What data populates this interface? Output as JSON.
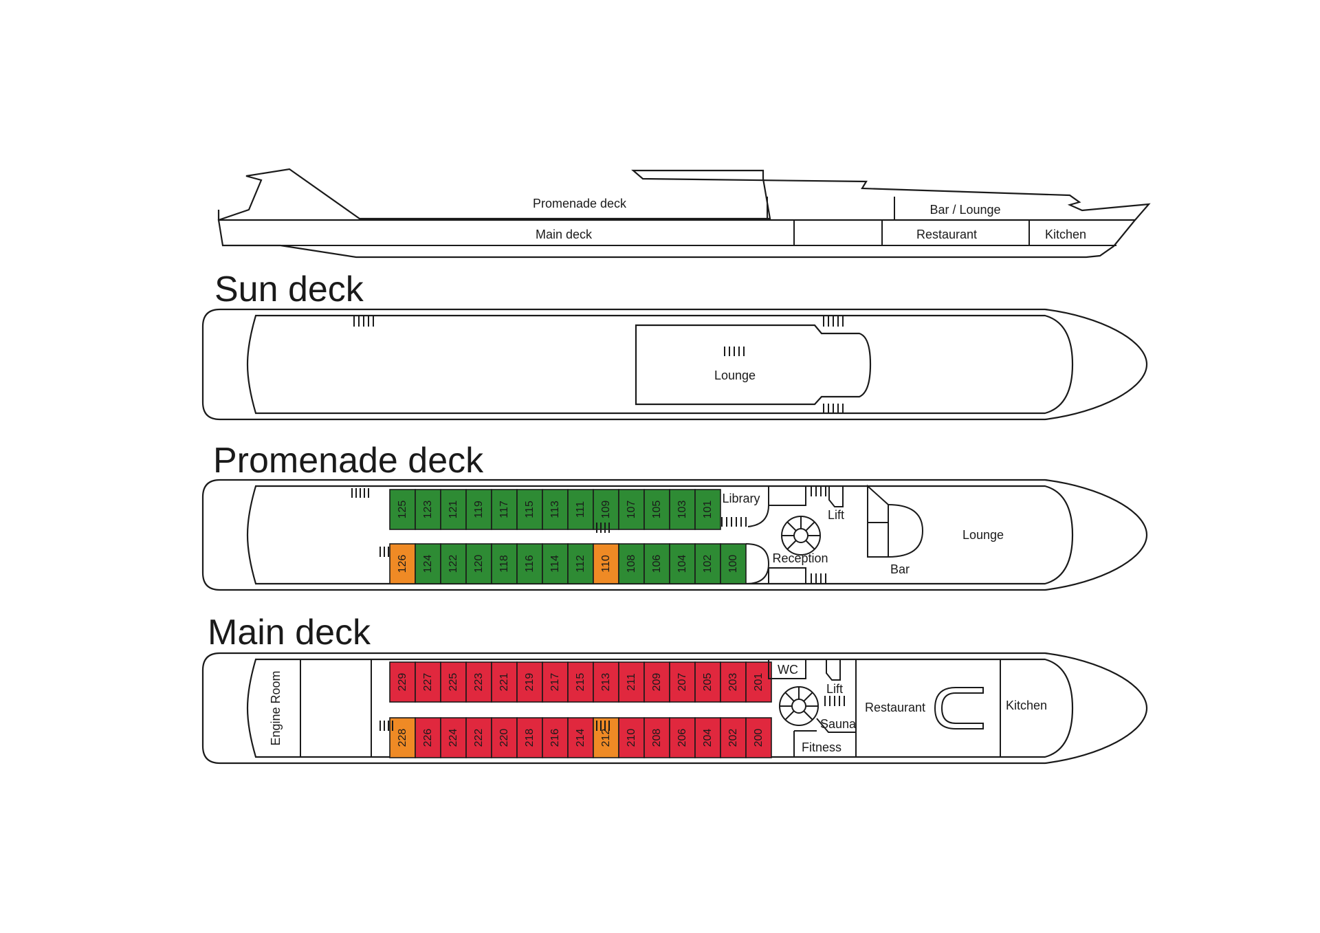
{
  "profile": {
    "promenade_deck": "Promenade deck",
    "bar_lounge": "Bar / Lounge",
    "main_deck": "Main deck",
    "restaurant": "Restaurant",
    "kitchen": "Kitchen"
  },
  "sun_deck": {
    "title": "Sun deck",
    "lounge": "Lounge"
  },
  "promenade_deck": {
    "title": "Promenade deck",
    "library": "Library",
    "lift": "Lift",
    "reception": "Reception",
    "bar": "Bar",
    "lounge": "Lounge",
    "top_row": [
      "125",
      "123",
      "121",
      "119",
      "117",
      "115",
      "113",
      "111",
      "109",
      "107",
      "105",
      "103",
      "101"
    ],
    "bottom_row": [
      "126",
      "124",
      "122",
      "120",
      "118",
      "116",
      "114",
      "112",
      "110",
      "108",
      "106",
      "104",
      "102",
      "100"
    ],
    "orange_cabins": [
      "126",
      "110"
    ]
  },
  "main_deck": {
    "title": "Main deck",
    "engine_room": "Engine Room",
    "wc": "WC",
    "lift": "Lift",
    "sauna": "Sauna",
    "fitness": "Fitness",
    "restaurant": "Restaurant",
    "kitchen": "Kitchen",
    "top_row": [
      "229",
      "227",
      "225",
      "223",
      "221",
      "219",
      "217",
      "215",
      "213",
      "211",
      "209",
      "207",
      "205",
      "203",
      "201"
    ],
    "bottom_row": [
      "228",
      "226",
      "224",
      "222",
      "220",
      "218",
      "216",
      "214",
      "212",
      "210",
      "208",
      "206",
      "204",
      "202",
      "200"
    ],
    "orange_cabins": [
      "228",
      "212"
    ]
  },
  "colors": {
    "promenade_cabin": "#2e8b34",
    "main_cabin": "#e0283e",
    "special_cabin": "#ef8a25",
    "outline": "#1a1a1a"
  }
}
